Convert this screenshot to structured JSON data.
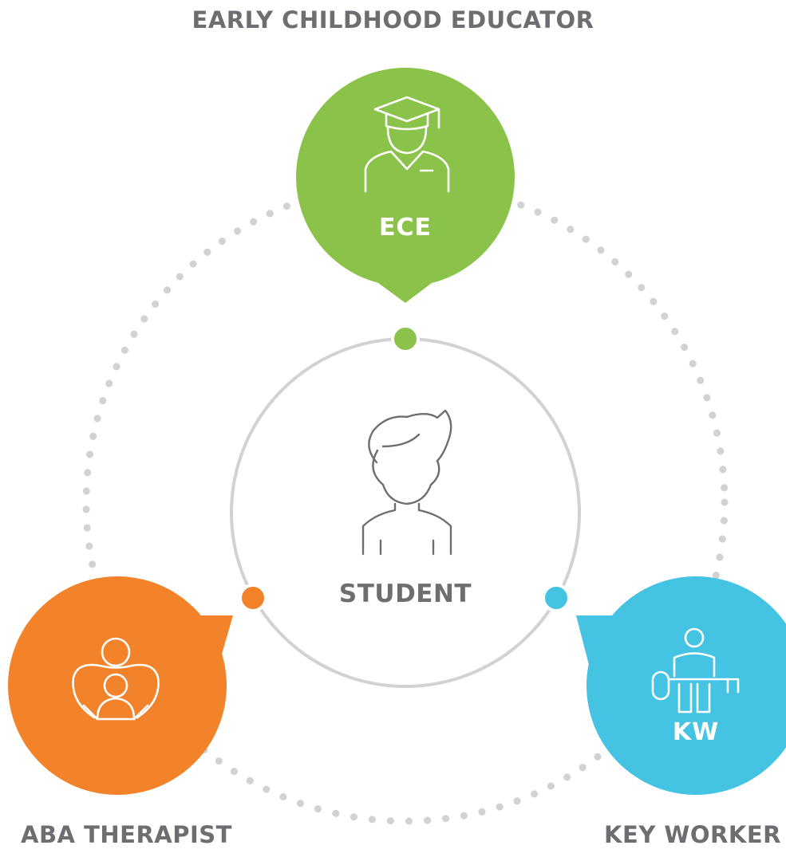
{
  "roles": {
    "ece": {
      "title": "EARLY CHILDHOOD EDUCATOR",
      "abbr": "ECE",
      "color": "#8bc34a",
      "icon": "graduate-icon"
    },
    "aba": {
      "title": "ABA THERAPIST",
      "abbr": "",
      "color": "#f2832a",
      "icon": "parent-child-icon"
    },
    "kw": {
      "title": "KEY WORKER",
      "abbr": "KW",
      "color": "#44c3e3",
      "icon": "person-key-icon"
    }
  },
  "center": {
    "label": "STUDENT",
    "icon": "student-icon"
  },
  "colors": {
    "ring": "#d0d2d3",
    "dots": "#d0d2d3",
    "text": "#6d6e71"
  }
}
